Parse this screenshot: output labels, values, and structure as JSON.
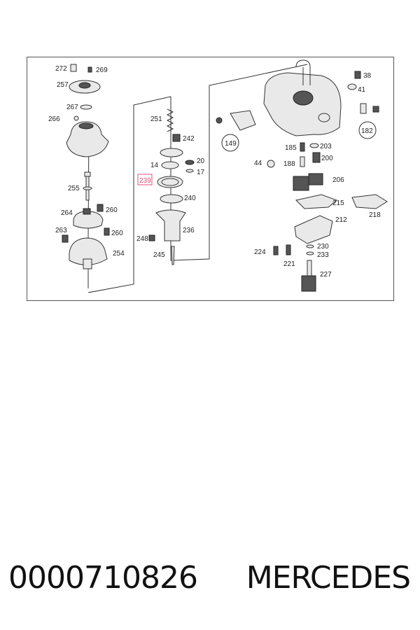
{
  "labels": {
    "l272": "272",
    "l269": "269",
    "l257": "257",
    "l267": "267",
    "l266": "266",
    "l255": "255",
    "l264": "264",
    "l260a": "260",
    "l263": "263",
    "l260b": "260",
    "l254": "254",
    "l251": "251",
    "l242": "242",
    "l14": "14",
    "l20": "20",
    "l17": "17",
    "l239": "239",
    "l240": "240",
    "l248": "248",
    "l236": "236",
    "l245": "245",
    "l38": "38",
    "l41": "41",
    "l149": "149",
    "l182": "182",
    "l44": "44",
    "l185": "185",
    "l203": "203",
    "l188": "188",
    "l200": "200",
    "l206": "206",
    "l215": "215",
    "l218": "218",
    "l212": "212",
    "l224": "224",
    "l230": "230",
    "l233": "233",
    "l221": "221",
    "l227": "227"
  },
  "highlight_label": "239",
  "footer": {
    "part_number": "0000710826",
    "brand": "MERCEDES"
  }
}
